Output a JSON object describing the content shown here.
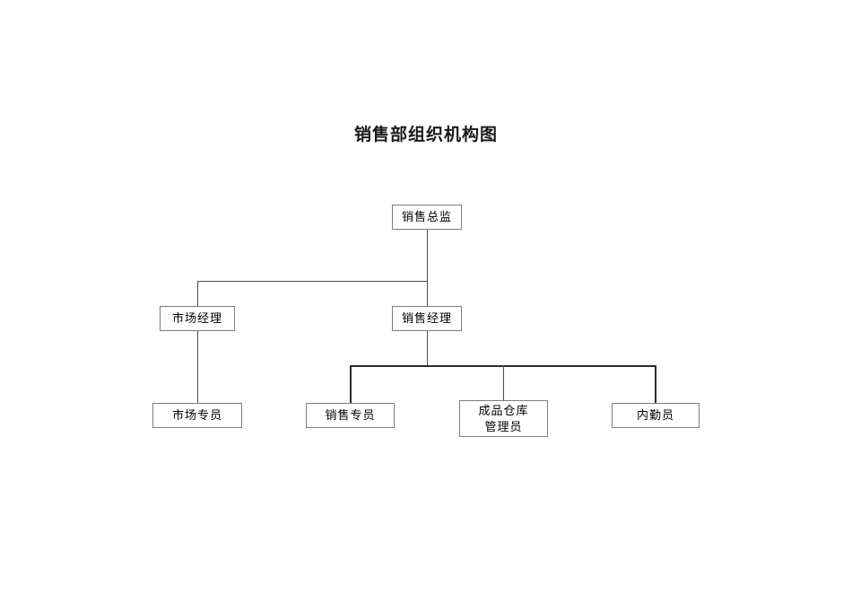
{
  "document": {
    "title": "销售部组织机构图"
  },
  "chart_data": {
    "type": "org-chart",
    "title": "销售部组织机构图",
    "orientation": "top-down",
    "levels": 3,
    "nodes": [
      {
        "id": "sales-director",
        "label": "销售总监",
        "level": 1,
        "parent": null
      },
      {
        "id": "market-manager",
        "label": "市场经理",
        "level": 2,
        "parent": "sales-director"
      },
      {
        "id": "sales-manager",
        "label": "销售经理",
        "level": 2,
        "parent": "sales-director"
      },
      {
        "id": "market-specialist",
        "label": "市场专员",
        "level": 3,
        "parent": "market-manager"
      },
      {
        "id": "sales-specialist",
        "label": "销售专员",
        "level": 3,
        "parent": "sales-manager"
      },
      {
        "id": "warehouse-keeper",
        "label": "成品仓库\n管理员",
        "level": 3,
        "parent": "sales-manager"
      },
      {
        "id": "office-clerk",
        "label": "内勤员",
        "level": 3,
        "parent": "sales-manager"
      }
    ],
    "edges": [
      {
        "from": "sales-director",
        "to": "market-manager"
      },
      {
        "from": "sales-director",
        "to": "sales-manager"
      },
      {
        "from": "market-manager",
        "to": "market-specialist"
      },
      {
        "from": "sales-manager",
        "to": "sales-specialist"
      },
      {
        "from": "sales-manager",
        "to": "warehouse-keeper"
      },
      {
        "from": "sales-manager",
        "to": "office-clerk"
      }
    ],
    "colors": {
      "background": "#ffffff",
      "box_border": "#7d7d7d",
      "connector": "#4d4d4d",
      "connector_strong": "#2b2b2b",
      "text": "#000000",
      "title_text": "#1a1a1a"
    }
  }
}
